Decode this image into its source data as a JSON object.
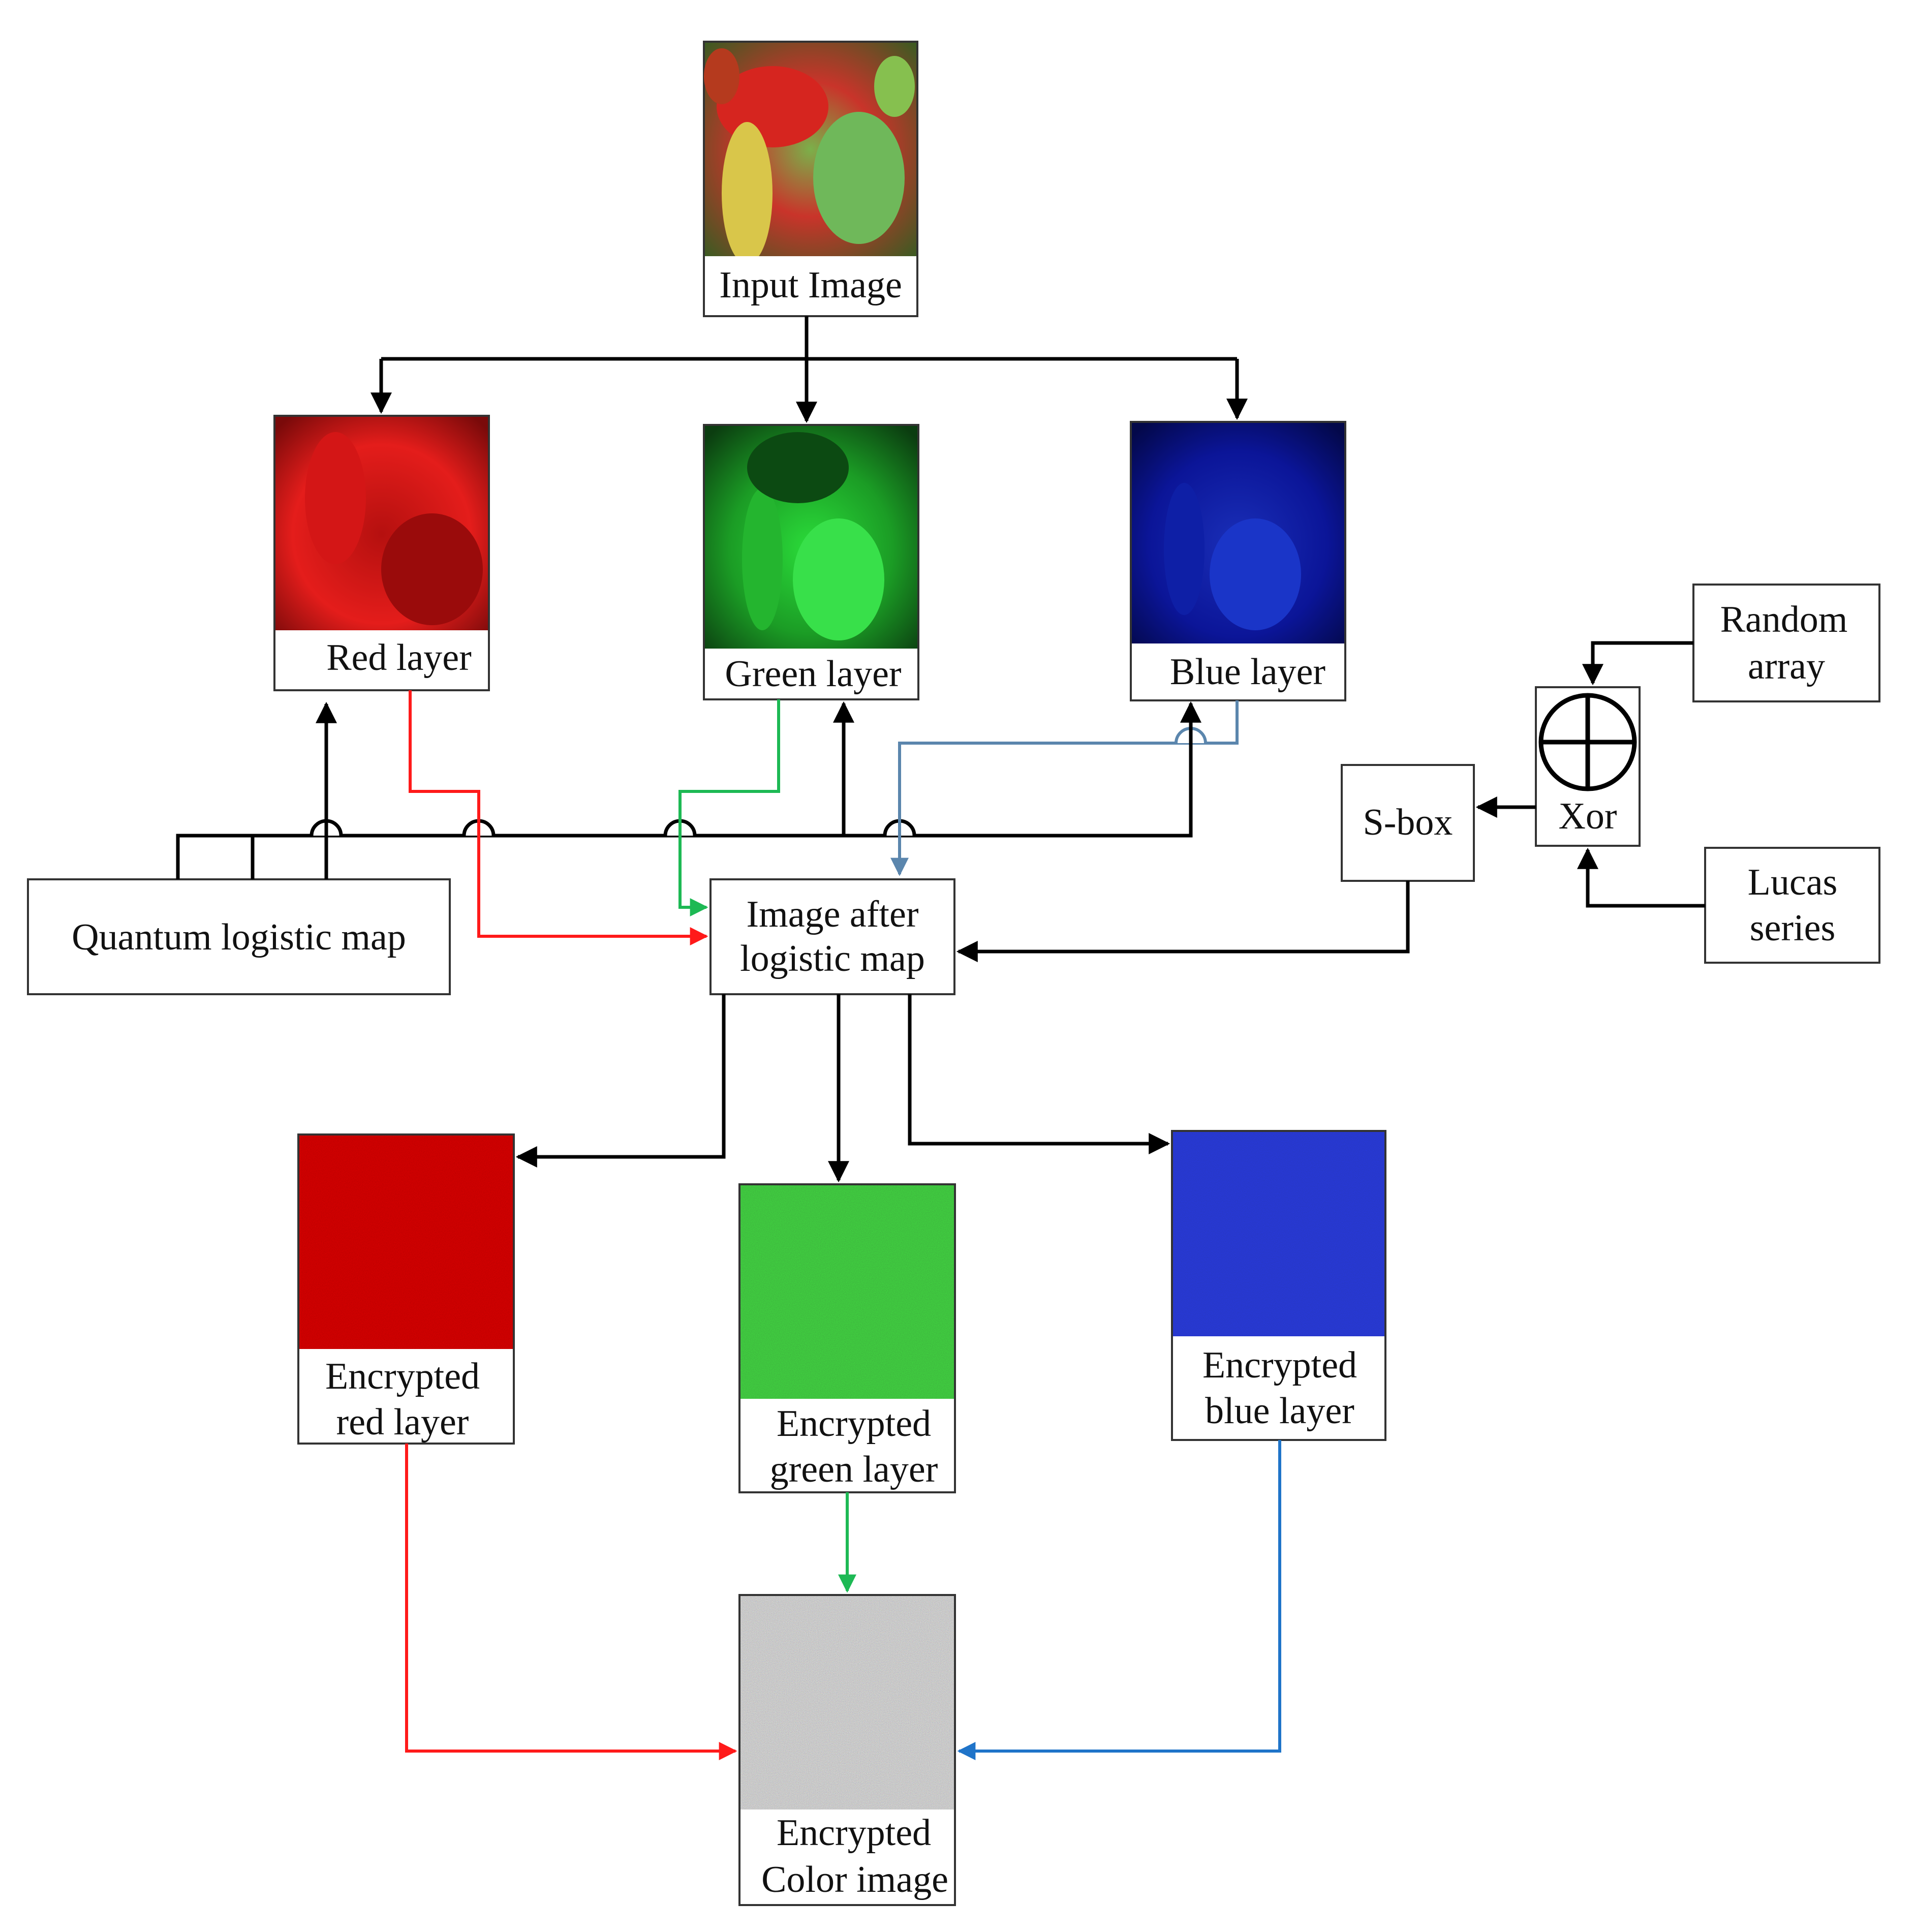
{
  "nodes": {
    "input_image": {
      "label": "Input Image"
    },
    "red_layer": {
      "label": "Red layer"
    },
    "green_layer": {
      "label": "Green layer"
    },
    "blue_layer": {
      "label": "Blue layer"
    },
    "quantum_logistic_map": {
      "label": "Quantum logistic map"
    },
    "image_after_logistic_map": {
      "lines": [
        "Image after",
        "logistic map"
      ]
    },
    "s_box": {
      "label": "S-box"
    },
    "xor": {
      "label": "Xor"
    },
    "random_array": {
      "lines": [
        "Random",
        "array"
      ]
    },
    "lucas_series": {
      "lines": [
        "Lucas",
        "series"
      ]
    },
    "encrypted_red_layer": {
      "lines": [
        "Encrypted",
        "red layer"
      ]
    },
    "encrypted_green_layer": {
      "lines": [
        "Encrypted",
        "green layer"
      ]
    },
    "encrypted_blue_layer": {
      "lines": [
        "Encrypted",
        "blue layer"
      ]
    },
    "encrypted_color_image": {
      "lines": [
        "Encrypted",
        "Color image"
      ]
    }
  },
  "colors": {
    "red_path": "#ff1a1a",
    "green_path": "#1db954",
    "blue_path": "#5b86ad",
    "blue_path_bottom": "#1f74c9",
    "black_path": "#000000"
  },
  "icons": [
    "xor-circle-plus-icon",
    "peppers-photo",
    "noise-texture"
  ]
}
